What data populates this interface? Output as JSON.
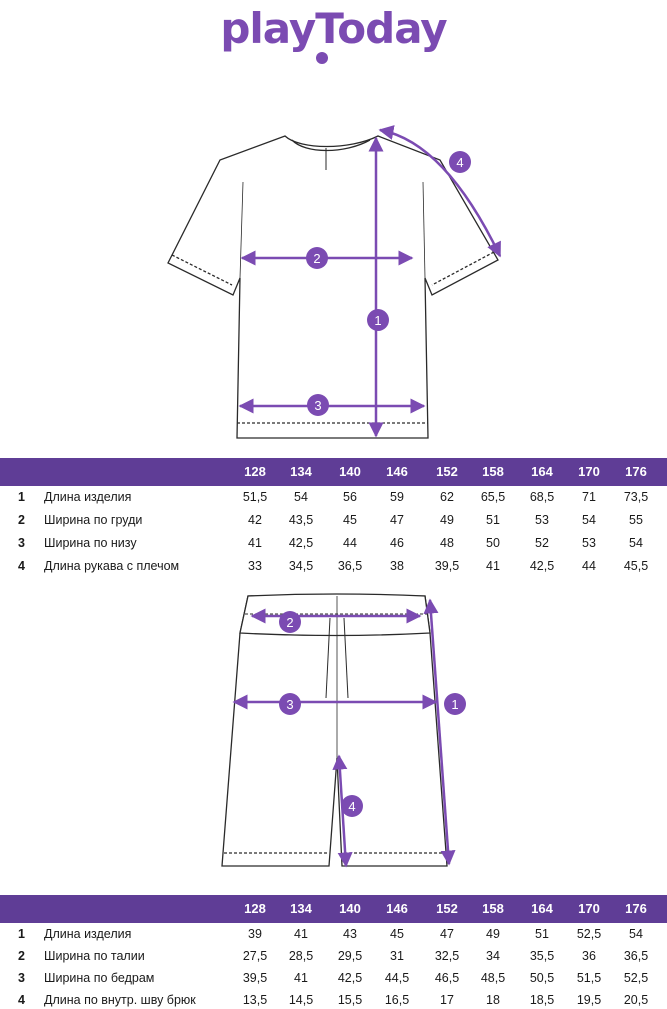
{
  "brand": {
    "logo_text": "playToday",
    "accent_color": "#7b4bb2",
    "header_color": "#5f3d96"
  },
  "tshirt": {
    "callouts": [
      "1",
      "2",
      "3",
      "4"
    ],
    "table": {
      "sizes": [
        "128",
        "134",
        "140",
        "146",
        "152",
        "158",
        "164",
        "170",
        "176"
      ],
      "rows": [
        {
          "num": "1",
          "label": "Длина изделия",
          "values": [
            "51,5",
            "54",
            "56",
            "59",
            "62",
            "65,5",
            "68,5",
            "71",
            "73,5"
          ]
        },
        {
          "num": "2",
          "label": "Ширина по груди",
          "values": [
            "42",
            "43,5",
            "45",
            "47",
            "49",
            "51",
            "53",
            "54",
            "55"
          ]
        },
        {
          "num": "3",
          "label": "Ширина по низу",
          "values": [
            "41",
            "42,5",
            "44",
            "46",
            "48",
            "50",
            "52",
            "53",
            "54"
          ]
        },
        {
          "num": "4",
          "label": "Длина рукава с плечом",
          "values": [
            "33",
            "34,5",
            "36,5",
            "38",
            "39,5",
            "41",
            "42,5",
            "44",
            "45,5"
          ]
        }
      ]
    }
  },
  "shorts": {
    "callouts": [
      "1",
      "2",
      "3",
      "4"
    ],
    "table": {
      "sizes": [
        "128",
        "134",
        "140",
        "146",
        "152",
        "158",
        "164",
        "170",
        "176"
      ],
      "rows": [
        {
          "num": "1",
          "label": "Длина изделия",
          "values": [
            "39",
            "41",
            "43",
            "45",
            "47",
            "49",
            "51",
            "52,5",
            "54"
          ]
        },
        {
          "num": "2",
          "label": "Ширина по талии",
          "values": [
            "27,5",
            "28,5",
            "29,5",
            "31",
            "32,5",
            "34",
            "35,5",
            "36",
            "36,5"
          ]
        },
        {
          "num": "3",
          "label": "Ширина по бедрам",
          "values": [
            "39,5",
            "41",
            "42,5",
            "44,5",
            "46,5",
            "48,5",
            "50,5",
            "51,5",
            "52,5"
          ]
        },
        {
          "num": "4",
          "label": "Длина по внутр. шву брюк",
          "values": [
            "13,5",
            "14,5",
            "15,5",
            "16,5",
            "17",
            "18",
            "18,5",
            "19,5",
            "20,5"
          ]
        }
      ]
    }
  }
}
